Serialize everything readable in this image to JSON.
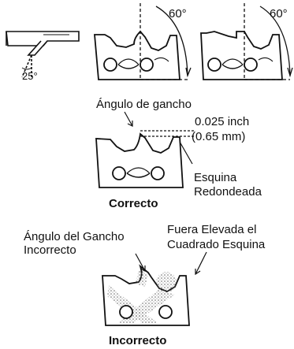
{
  "top_row": {
    "angle_side": "25°",
    "angle_left_cutter": "60°",
    "angle_right_cutter": "60°"
  },
  "correct": {
    "hook_label": "Ángulo de gancho",
    "depth_inch": "0.025 inch",
    "depth_mm": "(0.65 mm)",
    "corner_line1": "Esquina",
    "corner_line2": "Redondeada",
    "caption": "Correcto"
  },
  "incorrect": {
    "hook_line1": "Ángulo del Gancho",
    "hook_line2": "Incorrecto",
    "raised_line1": "Fuera Elevada el",
    "raised_line2": "Cuadrado Esquina",
    "caption": "Incorrecto"
  }
}
